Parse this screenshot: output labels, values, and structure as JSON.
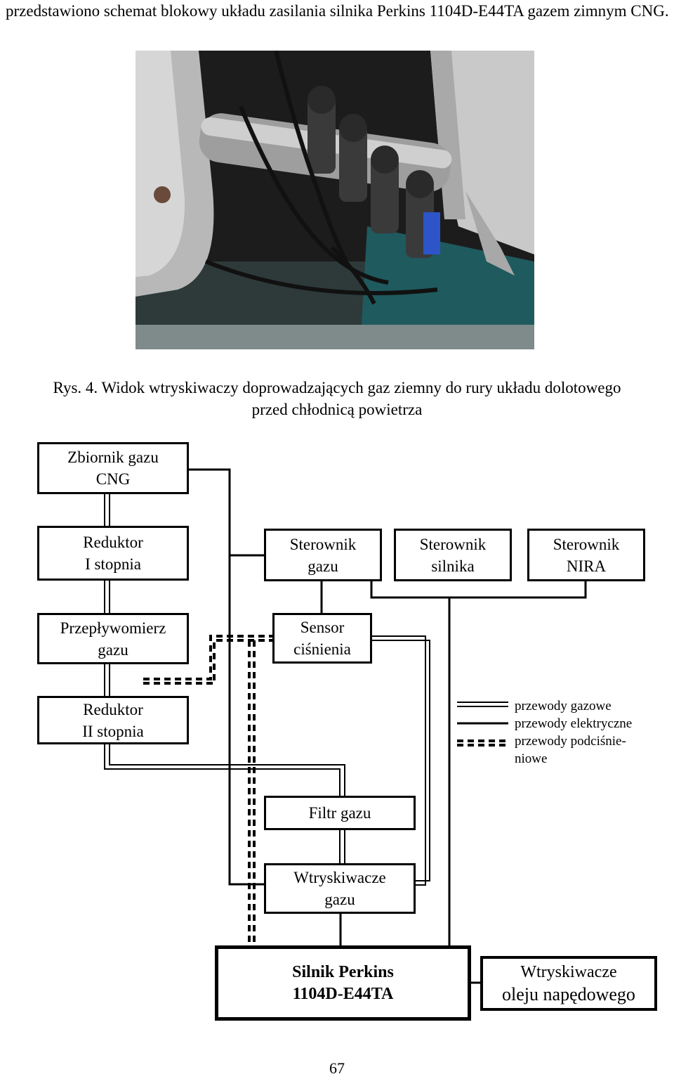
{
  "intro_text": "przedstawiono schemat blokowy układu zasilania silnika Perkins 1104D-E44TA gazem zimnym CNG.",
  "figure_caption": {
    "line1": "Rys. 4. Widok wtryskiwaczy doprowadzających gaz ziemny do rury układu dolotowego",
    "line2": "przed chłodnicą powietrza"
  },
  "diagram": {
    "boxes": {
      "tank": [
        "Zbiornik gazu",
        "CNG"
      ],
      "reducer1": [
        "Reduktor",
        "I stopnia"
      ],
      "flowmeter": [
        "Przepływomierz",
        "gazu"
      ],
      "reducer2": [
        "Reduktor",
        "II stopnia"
      ],
      "gas_controller": [
        "Sterownik",
        "gazu"
      ],
      "engine_controller": [
        "Sterownik",
        "silnika"
      ],
      "nira_controller": [
        "Sterownik",
        "NIRA"
      ],
      "pressure_sensor": [
        "Sensor",
        "ciśnienia"
      ],
      "gas_filter": [
        "Filtr gazu"
      ],
      "gas_injectors": [
        "Wtryskiwacze",
        "gazu"
      ],
      "engine": [
        "Silnik Perkins",
        "1104D-E44TA"
      ],
      "oil_injectors": [
        "Wtryskiwacze",
        "oleju napędowego"
      ]
    },
    "legend": {
      "gas": "przewody gazowe",
      "electric": "przewody elektryczne",
      "vacuum_line1": "przewody podciśnie-",
      "vacuum_line2": "niowe"
    }
  },
  "page_number": "67",
  "colors": {
    "ink": "#000000",
    "photo_dark": "#1c1c1c",
    "pipe_silver": "#b8b8b8",
    "teal_frame": "#1f5a5e",
    "aluminum": "#c9c9c9"
  }
}
